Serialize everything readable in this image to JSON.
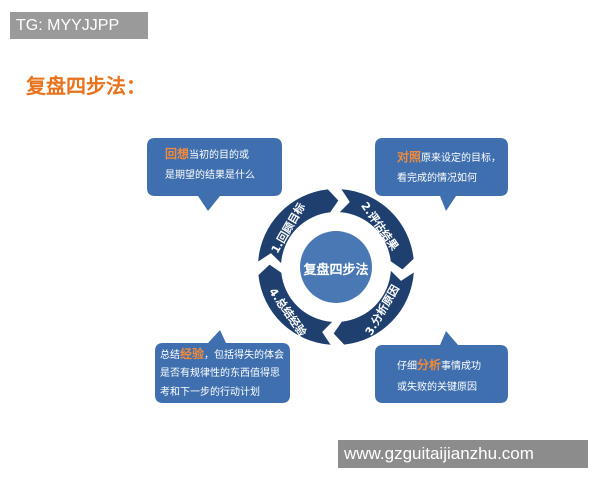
{
  "badge": "TG: MYYJJPP",
  "title": "复盘四步法：",
  "watermark": "www.gzguitaijianzhu.com",
  "colors": {
    "bubble": "#3f6fae",
    "ring": "#1f3f6e",
    "center": "#4a78b5",
    "highlight": "#f08a3c",
    "title": "#e8731c"
  },
  "center": "复盘四步法",
  "steps": [
    "1.回顾目标",
    "2.评估结果",
    "3.分析原因",
    "4.总结经验"
  ],
  "bubbles": {
    "tl": {
      "hl": "回想",
      "l1": "当初的目的或",
      "l2": "是期望的结果是什么"
    },
    "tr": {
      "hl": "对照",
      "l1": "原来设定的目标，",
      "l2": "看完成的情况如何"
    },
    "bl": {
      "pre": "总结",
      "hl": "经验",
      "l1": "，包括得失的体会",
      "l2": "是否有规律性的东西值得思",
      "l3": "考和下一步的行动计划"
    },
    "br": {
      "pre": "仔细",
      "hl": "分析",
      "l1": "事情成功",
      "l2": "或失败的关键原因"
    }
  }
}
